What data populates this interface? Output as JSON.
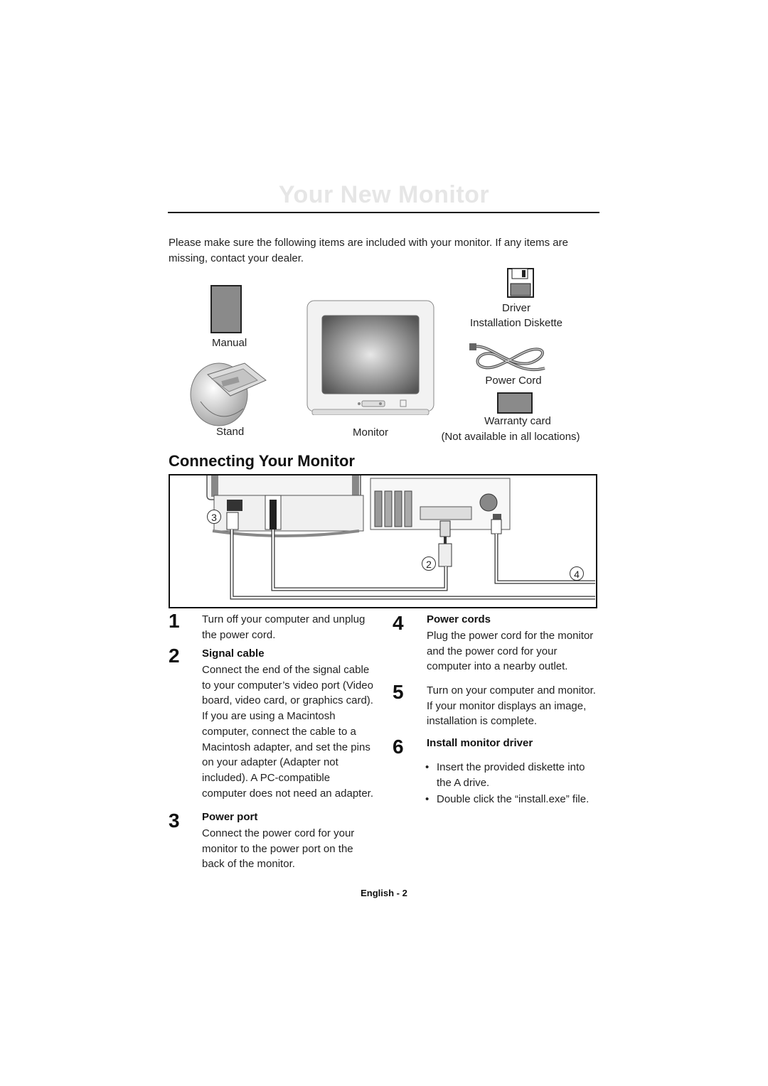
{
  "page": {
    "title": "Your New Monitor",
    "intro": "Please make sure the following items are included with your monitor. If any items are missing, contact your dealer.",
    "section_heading": "Connecting Your Monitor",
    "footer": "English - 2"
  },
  "items": {
    "manual": "Manual",
    "stand": "Stand",
    "monitor": "Monitor",
    "driver_line1": "Driver",
    "driver_line2": "Installation Diskette",
    "power_cord": "Power Cord",
    "warranty_line1": "Warranty card",
    "warranty_line2": "(Not available in all locations)"
  },
  "diagram": {
    "callouts": [
      "3",
      "2",
      "4"
    ]
  },
  "steps": [
    {
      "number": "1",
      "heading": "",
      "text": "Turn off your computer and unplug the power cord."
    },
    {
      "number": "2",
      "heading": "Signal cable",
      "text": "Connect the end of the signal cable to your computer’s video port (Video board, video card, or graphics card). If you are using a Macintosh computer, connect the cable to a Macintosh adapter, and set the pins on your adapter (Adapter not included). A PC-compatible computer does not need an adapter."
    },
    {
      "number": "3",
      "heading": "Power port",
      "text": "Connect the power cord for your monitor to the power port on the back of the monitor."
    },
    {
      "number": "4",
      "heading": "Power cords",
      "text": "Plug the power cord for the monitor and the power cord for your computer into a nearby outlet."
    },
    {
      "number": "5",
      "heading": "",
      "text": "Turn on your computer and monitor. If your monitor displays an image, installation is complete."
    },
    {
      "number": "6",
      "heading": "Install monitor driver",
      "bullets": [
        "Insert the provided diskette into the A drive.",
        "Double click the “install.exe” file."
      ]
    }
  ]
}
